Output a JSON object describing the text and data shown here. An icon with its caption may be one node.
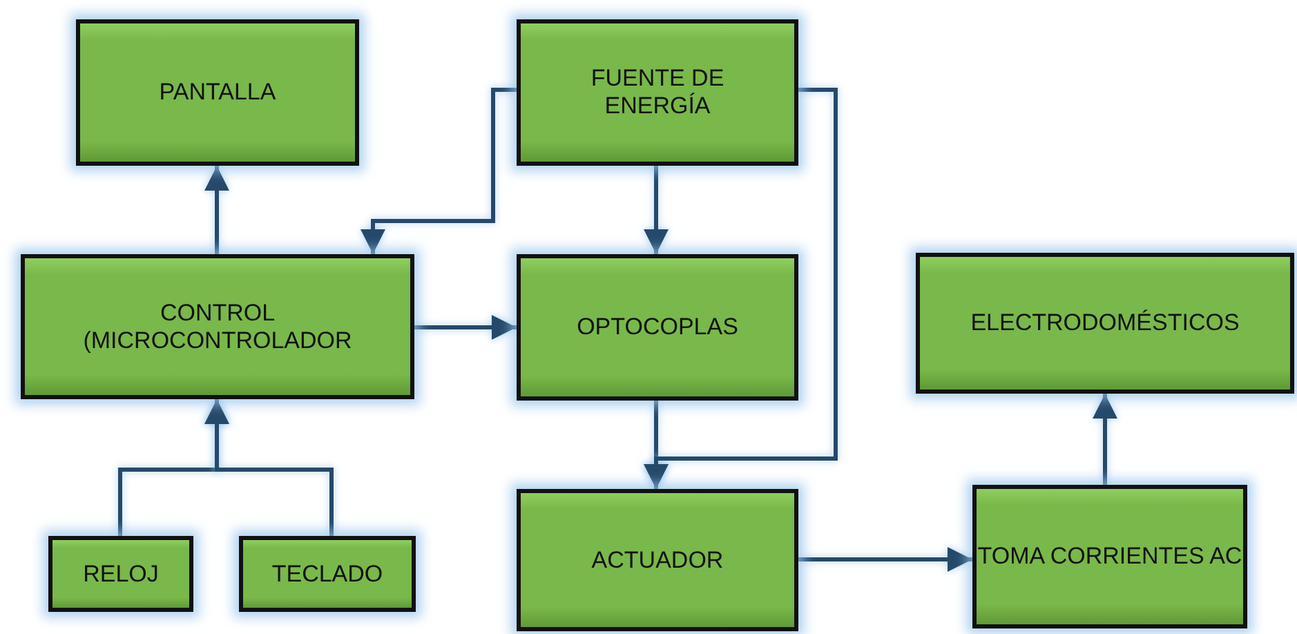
{
  "diagram": {
    "nodes": [
      {
        "text": [
          "PANTALLA"
        ]
      },
      {
        "text": [
          "FUENTE DE ENERGÍA"
        ]
      },
      {
        "text": [
          "CONTROL (MICROCONTROLADOR"
        ]
      },
      {
        "text": [
          "OPTOCOPLAS"
        ]
      },
      {
        "text": [
          "ELECTRODOMÉSTICOS"
        ]
      },
      {
        "text": [
          "RELOJ"
        ]
      },
      {
        "text": [
          "TECLADO"
        ]
      },
      {
        "text": [
          "ACTUADOR"
        ]
      },
      {
        "text": [
          "TOMA CORRIENTES AC"
        ]
      }
    ],
    "edges": [
      {
        "from": 2,
        "to": 0,
        "arrow": "to"
      },
      {
        "from": 1,
        "to": 2,
        "arrow": "to"
      },
      {
        "from": 1,
        "to": 3,
        "arrow": "to"
      },
      {
        "from": 2,
        "to": 3,
        "arrow": "to"
      },
      {
        "from": 5,
        "to": 2,
        "arrow": "to"
      },
      {
        "from": 6,
        "to": 2,
        "arrow": "to"
      },
      {
        "from": 3,
        "to": 7,
        "arrow": "to"
      },
      {
        "from": 1,
        "to": 7,
        "arrow": "to"
      },
      {
        "from": 7,
        "to": 8,
        "arrow": "to"
      },
      {
        "from": 8,
        "to": 4,
        "arrow": "to"
      }
    ]
  }
}
